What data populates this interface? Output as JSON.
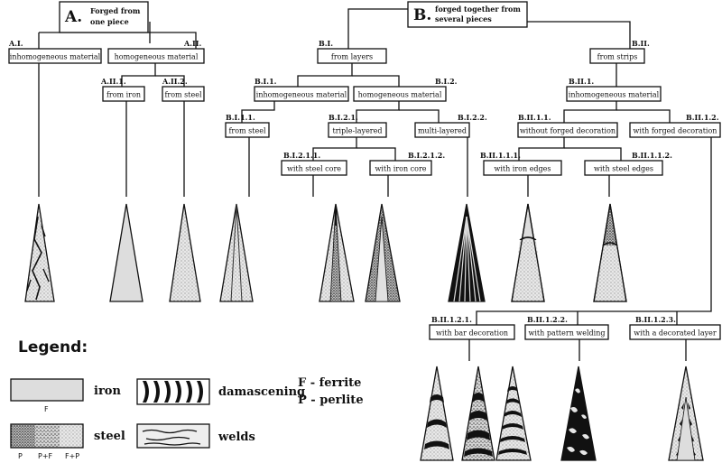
{
  "root_a": {
    "letter": "A.",
    "line1": "Forged from",
    "line2": "one piece"
  },
  "root_b": {
    "letter": "B.",
    "line1": "forged together from",
    "line2": "several pieces"
  },
  "nodes": {
    "a1": {
      "code": "A.I.",
      "label": "inhomogeneous material"
    },
    "a2": {
      "code": "A.II.",
      "label": "homogeneous material"
    },
    "a21": {
      "code": "A.II.1.",
      "label": "from iron"
    },
    "a22": {
      "code": "A.II.2.",
      "label": "from steel"
    },
    "b1": {
      "code": "B.I.",
      "label": "from layers"
    },
    "b2": {
      "code": "B.II.",
      "label": "from strips"
    },
    "b11": {
      "code": "B.I.1.",
      "label": "inhomogeneous material"
    },
    "b12": {
      "code": "B.I.2.",
      "label": "homogeneous material"
    },
    "b111": {
      "code": "B.I.1.1.",
      "label": "from steel"
    },
    "b121": {
      "code": "B.I.2.1.",
      "label": "triple-layered"
    },
    "b122": {
      "code": "B.I.2.2.",
      "label": "multi-layered"
    },
    "b1211": {
      "code": "B.I.2.1.1.",
      "label": "with steel core"
    },
    "b1212": {
      "code": "B.I.2.1.2.",
      "label": "with iron core"
    },
    "b21": {
      "code": "B.II.1.",
      "label": "inhomogeneous material"
    },
    "b211": {
      "code": "B.II.1.1.",
      "label": "without forged decoration"
    },
    "b212": {
      "code": "B.II.1.2.",
      "label": "with forged decoration"
    },
    "b2111": {
      "code": "B.II.1.1.1.",
      "label": "with iron edges"
    },
    "b2112": {
      "code": "B.II.1.1.2.",
      "label": "with steel edges"
    },
    "b2121": {
      "code": "B.II.1.2.1.",
      "label": "with bar decoration"
    },
    "b2122": {
      "code": "B.II.1.2.2.",
      "label": "with pattern welding"
    },
    "b2123": {
      "code": "B.II.1.2.3.",
      "label": "with a decorated layer"
    }
  },
  "legend": {
    "title": "Legend:",
    "iron": "iron",
    "iron_sub": "F",
    "steel": "steel",
    "steel_sub": [
      "P",
      "P+F",
      "F+P"
    ],
    "damascening": "damascening",
    "welds": "welds",
    "ferrite": "F - ferrite",
    "perlite": "P - perlite"
  },
  "colors": {
    "line": "#111111",
    "iron_fill": "#dddddd",
    "steel_fill": "#e6e6e6"
  }
}
